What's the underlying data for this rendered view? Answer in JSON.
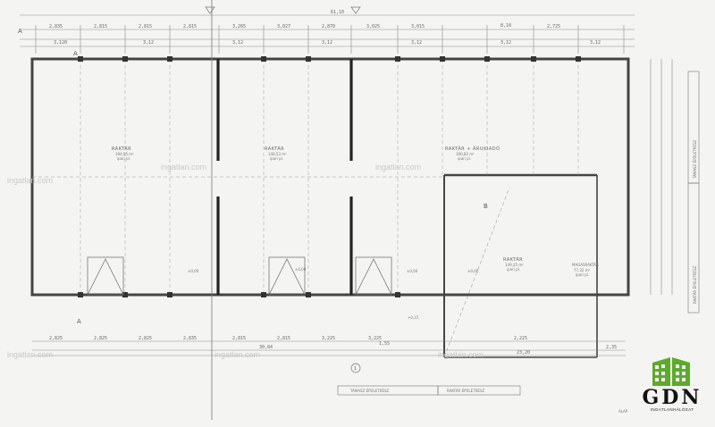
{
  "rooms": {
    "left": {
      "name": "RAKTÁR",
      "area": "194,05 m²",
      "floor": "ipari pl."
    },
    "middle": {
      "name": "RAKTÁR",
      "area": "148,53 m²",
      "floor": "ipari pl."
    },
    "right": {
      "name": "RAKTÁR + ÁRUKIADÓ",
      "area": "190,82 m²",
      "floor": "ipari pl."
    },
    "lower": {
      "name": "RAKTÁR",
      "area": "149,35 m²",
      "floor": "ipari pl."
    },
    "corner": {
      "name": "MAGASRAKTÁR",
      "area": "77,32 m²",
      "floor": "ipari pl."
    }
  },
  "dims": {
    "top_overall": "61,10",
    "top_right": "8,10",
    "top_seg": [
      "2,835",
      "2,815",
      "2,815",
      "2,815",
      "3,265",
      "3,027",
      "2,870",
      "3,025",
      "3,015",
      "2,725"
    ],
    "top_seg2": [
      "3,120",
      "3,12",
      "3,12",
      "3,12",
      "3,12",
      "3,12",
      "3,12"
    ],
    "bottom_seg": [
      "2,825",
      "2,825",
      "2,825",
      "2,835",
      "2,815",
      "2,815",
      "3,225",
      "3,225",
      "2,225"
    ],
    "bottom_overall": "30,84",
    "bottom_right": "2,35",
    "bottom_right2": "23,20",
    "bottom_right3": "1,55",
    "levels": [
      "+0,15",
      "±0,00",
      "±0,00",
      "±0,00",
      "±0,00"
    ]
  },
  "labels": {
    "section_a": "A",
    "section_b": "B",
    "axis_1": "1",
    "bottom_left_box": "TÁMASZ ÉPÜLETRÉSZ",
    "bottom_right_box": "RAKTÁR ÉPÜLETRÉSZ",
    "right_box_top": "TÁMASZ ÉPÜLETRÉSZ",
    "right_box_bottom": "RAKTÁR ÉPÜLETRÉSZ",
    "floor_label": "ALAP",
    "watermark": "ingatlan.com"
  },
  "logo": {
    "letters": "GDN",
    "subtitle": "INGATLANHÁLÓZAT",
    "color_green": "#5cab2a",
    "color_dark": "#111111"
  }
}
